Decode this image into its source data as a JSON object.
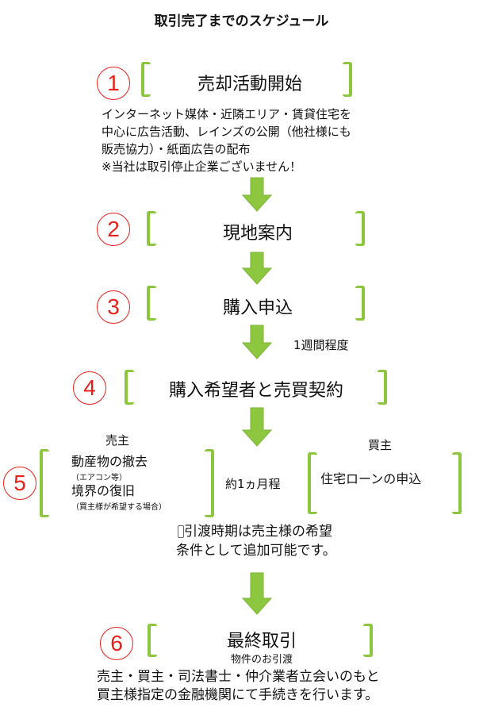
{
  "title": "取引完了までのスケジュール",
  "steps": [
    {
      "num": "1",
      "label": "売却活動開始",
      "desc": [
        "インターネット媒体・近隣エリア・賃貸住宅を",
        "中心に広告活動、レインズの公開（他社様にも",
        "販売協力）・紙面広告の配布",
        "※当社は取引停止企業ございません！"
      ]
    },
    {
      "num": "2",
      "label": "現地案内"
    },
    {
      "num": "3",
      "label": "購入申込"
    },
    {
      "num": "4",
      "label": "購入希望者と売買契約"
    },
    {
      "num": "5"
    },
    {
      "num": "6",
      "label": "最終取引",
      "sub": "物件のお引渡",
      "desc": [
        "売主・買主・司法書士・仲介業者立会いのもと",
        "買主様指定の金融機関にて手続きを行います。"
      ]
    }
  ],
  "period_label": "1週間程度",
  "seller": {
    "heading": "売主",
    "item1": "動産物の撤去",
    "note1": "（エアコン等）",
    "item2": "境界の復旧",
    "note2": "（買主様が希望する場合）"
  },
  "middle_label": "約1ヵ月程",
  "buyer": {
    "heading": "買主",
    "item": "住宅ローンの申込"
  },
  "note": [
    "引渡時期は売主様の希望",
    "条件として追加可能です。"
  ],
  "colors": {
    "accent_red": "#e8201a",
    "bracket_green": "#8cc63f",
    "arrow_green": "#8dc63f"
  }
}
